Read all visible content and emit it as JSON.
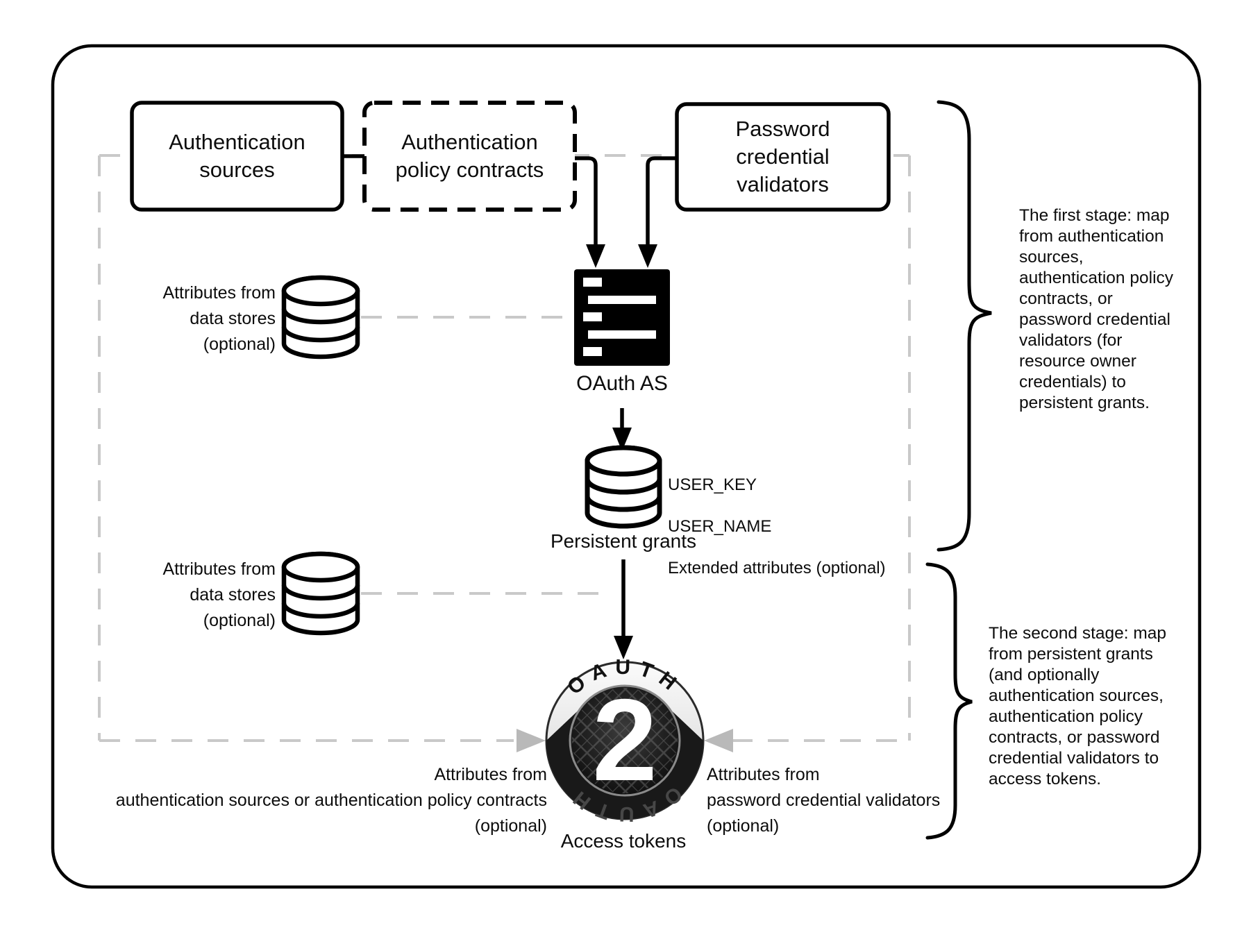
{
  "boxes": {
    "auth_sources": "Authentication\nsources",
    "auth_policy": "Authentication\npolicy contracts",
    "pwd_validators": "Password\ncredential\nvalidators"
  },
  "server": {
    "label": "OAuth AS"
  },
  "datastore": {
    "label": "Attributes from\ndata stores\n(optional)"
  },
  "persistent_grants": {
    "label": "Persistent grants",
    "attributes": [
      "USER_KEY",
      "USER_NAME",
      "Extended attributes (optional)"
    ]
  },
  "access_tokens": {
    "label": "Access tokens"
  },
  "attr_labels": {
    "left": "Attributes from\nauthentication sources or authentication policy contracts\n(optional)",
    "right": "Attributes from\npassword credential validators\n(optional)"
  },
  "notes": {
    "stage1": "The first stage: map\nfrom authentication\nsources,\nauthentication policy\ncontracts, or\npassword credential\nvalidators (for\nresource owner\ncredentials) to\npersistent grants.",
    "stage2": "The second stage: map\nfrom persistent grants\n(and optionally\nauthentication sources,\nauthentication policy\ncontracts, or password\ncredential validators to\naccess tokens."
  },
  "logo": {
    "arc_text_top": "OAUTH",
    "arc_text_bottom": "OAUTH",
    "numeral": "2"
  },
  "colors": {
    "line": "#000000",
    "dashed_gray": "#c9c9c9",
    "arrow_gray": "#b9b9b9",
    "background": "#ffffff"
  }
}
